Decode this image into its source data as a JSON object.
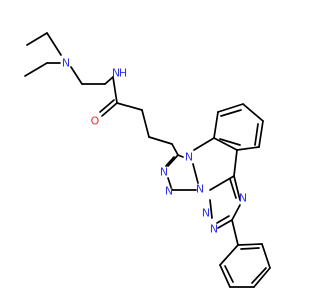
{
  "atom_labels": {
    "n_amine": "N",
    "n_amide": "N",
    "h_amide": "H",
    "o_carbonyl": "O",
    "n_quinazoline": "N",
    "n_triazole_a": "N",
    "n_triazole_b": "N",
    "n_bridge": "N",
    "n_triazole_c": "N",
    "n_triazole_d": "N",
    "n_triazole_e": "N"
  },
  "colors": {
    "bond": "#000000",
    "nitrogen": "#3232e6",
    "oxygen": "#e6322e",
    "background": "#ffffff"
  }
}
